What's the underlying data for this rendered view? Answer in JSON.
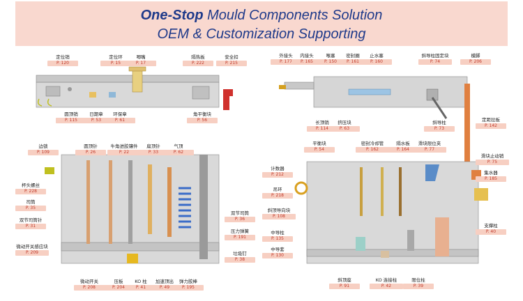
{
  "header": {
    "title_bold": "One-Stop",
    "title_rest": " Mould Components Solution",
    "subtitle": "OEM & Customization Supporting"
  },
  "colors": {
    "banner": "#f9d8cf",
    "title": "#1f3a8a",
    "page_tag_bg": "#f7cfc2",
    "page_tag_text": "#c0392b"
  },
  "labels": [
    {
      "name": "定位销",
      "page": "P. 120"
    },
    {
      "name": "定位环",
      "page": "P. 15"
    },
    {
      "name": "唧嘴",
      "page": "P. 17"
    },
    {
      "name": "隔热板",
      "page": "P. 222"
    },
    {
      "name": "安全扣",
      "page": "P. 215"
    },
    {
      "name": "圆顶销",
      "page": "P. 115"
    },
    {
      "name": "日期章",
      "page": "P. 53"
    },
    {
      "name": "环保章",
      "page": "P. 61"
    },
    {
      "name": "角平衡块",
      "page": "P. 56"
    },
    {
      "name": "外接头",
      "page": "P. 177"
    },
    {
      "name": "内接头",
      "page": "P. 165"
    },
    {
      "name": "喉塞",
      "page": "P. 150"
    },
    {
      "name": "密封圈",
      "page": "P. 161"
    },
    {
      "name": "止水塞",
      "page": "P. 160"
    },
    {
      "name": "斜导柱固定块",
      "page": "P. 74"
    },
    {
      "name": "模脚",
      "page": "P. 206"
    },
    {
      "name": "长顶销",
      "page": "P. 114"
    },
    {
      "name": "挤压块",
      "page": "P. 63"
    },
    {
      "name": "斜导柱",
      "page": "P. 73"
    },
    {
      "name": "定距拉板",
      "page": "P. 142"
    },
    {
      "name": "边锁",
      "page": "P. 109"
    },
    {
      "name": "圆顶针",
      "page": "P. 26"
    },
    {
      "name": "牛角进胶镶件",
      "page": "P. 22"
    },
    {
      "name": "扁顶针",
      "page": "P. 33"
    },
    {
      "name": "气顶",
      "page": "P. 62"
    },
    {
      "name": "杯头螺丝",
      "page": "P. 228"
    },
    {
      "name": "司筒",
      "page": "P. 35"
    },
    {
      "name": "双节司筒针",
      "page": "P. 31"
    },
    {
      "name": "微动开关感应块",
      "page": "P. 209"
    },
    {
      "name": "双节司筒",
      "page": "P. 36"
    },
    {
      "name": "压力弹簧",
      "page": "P. 191"
    },
    {
      "name": "垃圾钉",
      "page": "P. 38"
    },
    {
      "name": "微动开关",
      "page": "P. 208"
    },
    {
      "name": "压板",
      "page": "P. 204"
    },
    {
      "name": "KO 柱",
      "page": "P. 41"
    },
    {
      "name": "加速顶出",
      "page": "P. 49"
    },
    {
      "name": "弹力胶棒",
      "page": "P. 195"
    },
    {
      "name": "平衡块",
      "page": "P. 54"
    },
    {
      "name": "密封冷却管",
      "page": "P. 162"
    },
    {
      "name": "隔水板",
      "page": "P. 164"
    },
    {
      "name": "滑块限位夹",
      "page": "P. 77"
    },
    {
      "name": "滑块止动销",
      "page": "P. 75"
    },
    {
      "name": "集水器",
      "page": "P. 185"
    },
    {
      "name": "计数器",
      "page": "P. 212"
    },
    {
      "name": "吊环",
      "page": "P. 218"
    },
    {
      "name": "斜顶导向块",
      "page": "P. 108"
    },
    {
      "name": "支撑柱",
      "page": "P. 40"
    },
    {
      "name": "中导柱",
      "page": "P. 135"
    },
    {
      "name": "中导套",
      "page": "P. 130"
    },
    {
      "name": "斜顶座",
      "page": "P. 91"
    },
    {
      "name": "KO 连接柱",
      "page": "P. 42"
    },
    {
      "name": "限位柱",
      "page": "P. 39"
    }
  ]
}
